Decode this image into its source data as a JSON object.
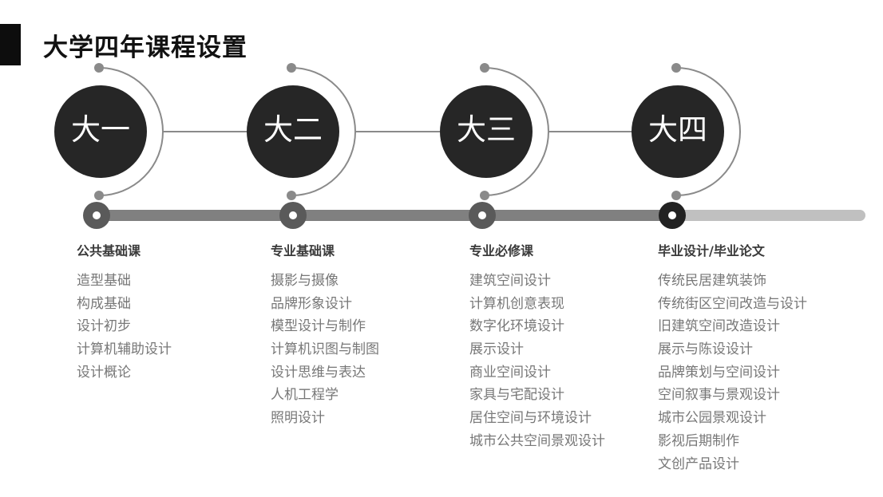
{
  "title": "大学四年课程设置",
  "years": [
    {
      "label": "大一",
      "heading": "公共基础课",
      "courses": [
        "造型基础",
        "构成基础",
        "设计初步",
        "计算机辅助设计",
        "设计概论"
      ]
    },
    {
      "label": "大二",
      "heading": "专业基础课",
      "courses": [
        "摄影与摄像",
        "品牌形象设计",
        "模型设计与制作",
        "计算机识图与制图",
        "设计思维与表达",
        "人机工程学",
        "照明设计"
      ]
    },
    {
      "label": "大三",
      "heading": "专业必修课",
      "courses": [
        "建筑空间设计",
        "计算机创意表现",
        "数字化环境设计",
        "展示设计",
        "商业空间设计",
        "家具与宅配设计",
        "居住空间与环境设计",
        "城市公共空间景观设计"
      ]
    },
    {
      "label": "大四",
      "heading": "毕业设计/毕业论文",
      "courses": [
        "传统民居建筑装饰",
        "传统街区空间改造与设计",
        "旧建筑空间改造设计",
        "展示与陈设设计",
        "品牌策划与空间设计",
        "空间叙事与景观设计",
        "城市公园景观设计",
        "影视后期制作",
        "文创产品设计"
      ]
    }
  ],
  "colors": {
    "circle": "#262626",
    "arc": "#8a8a8a",
    "bar_done": "#808080",
    "bar_rest": "#c0c0c0",
    "node": "#5a5a5a",
    "node_current": "#222222"
  }
}
